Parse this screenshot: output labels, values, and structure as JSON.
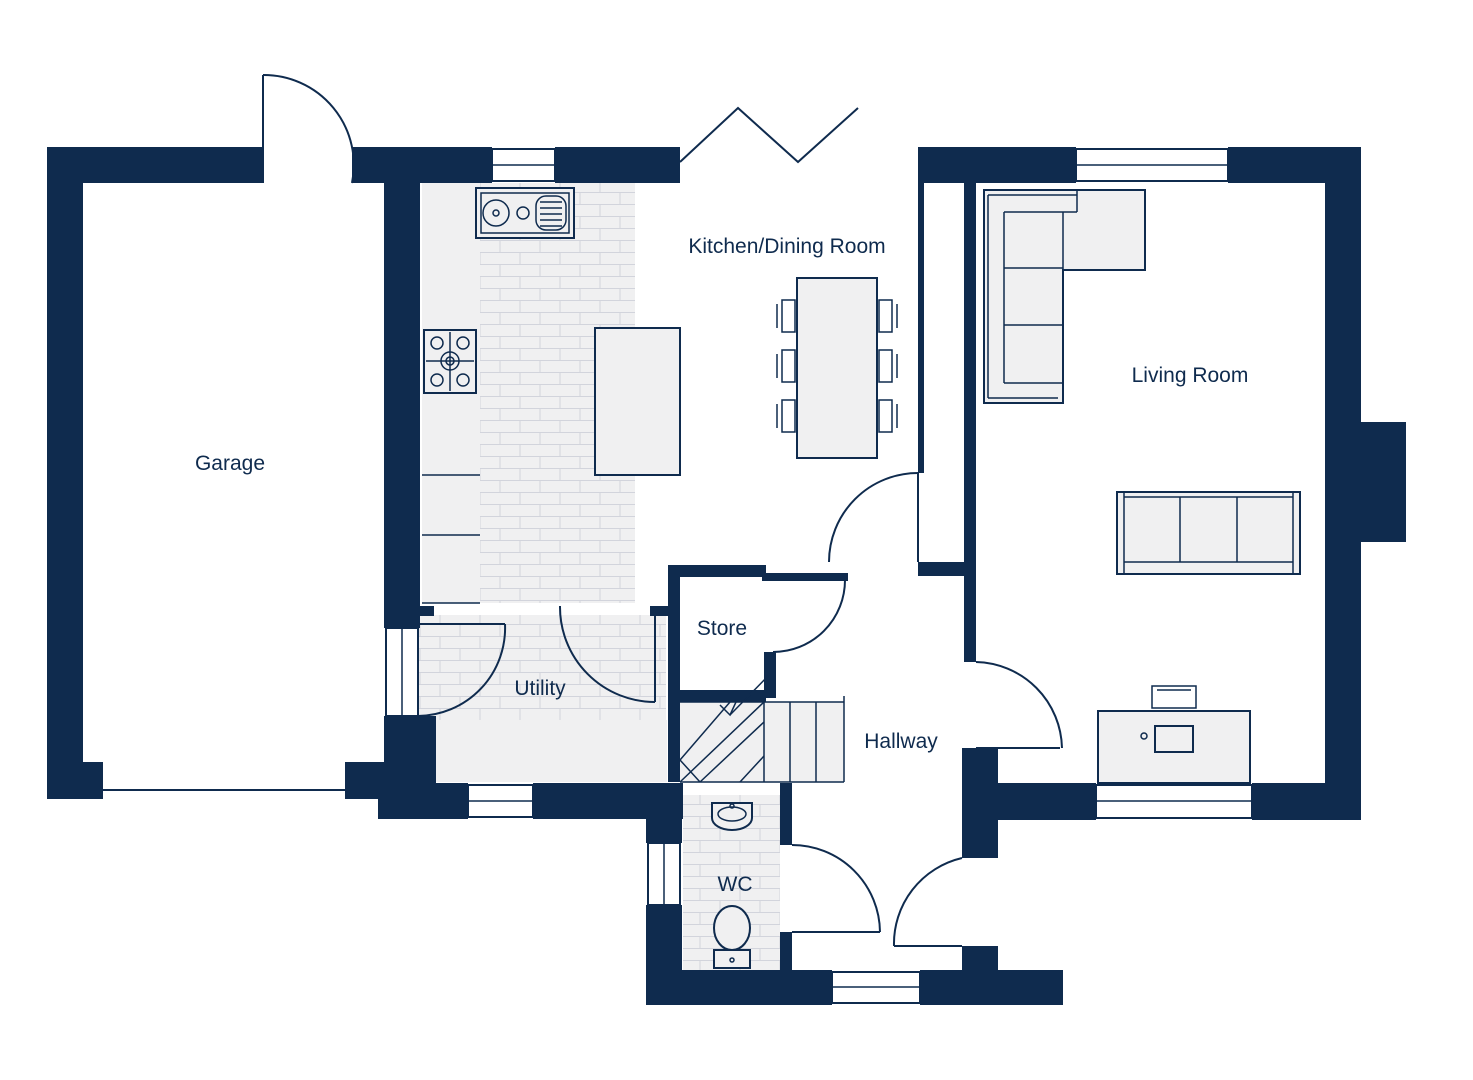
{
  "plan": {
    "colors": {
      "wall": "#0f2b4e",
      "floor": "#f0f0f1",
      "tile_line": "#d2d4dc"
    },
    "rooms": {
      "garage": "Garage",
      "kitchen_dining": "Kitchen/Dining Room",
      "living": "Living Room",
      "store": "Store",
      "utility": "Utility",
      "hallway": "Hallway",
      "wc": "WC"
    },
    "fixtures": [
      "kitchen-sink-icon",
      "gas-hob-icon",
      "toilet-icon",
      "basin-icon",
      "staircase-icon",
      "corner-sofa-icon",
      "sofa-icon",
      "desk-icon",
      "dining-table-icon",
      "kitchen-island-icon"
    ]
  }
}
